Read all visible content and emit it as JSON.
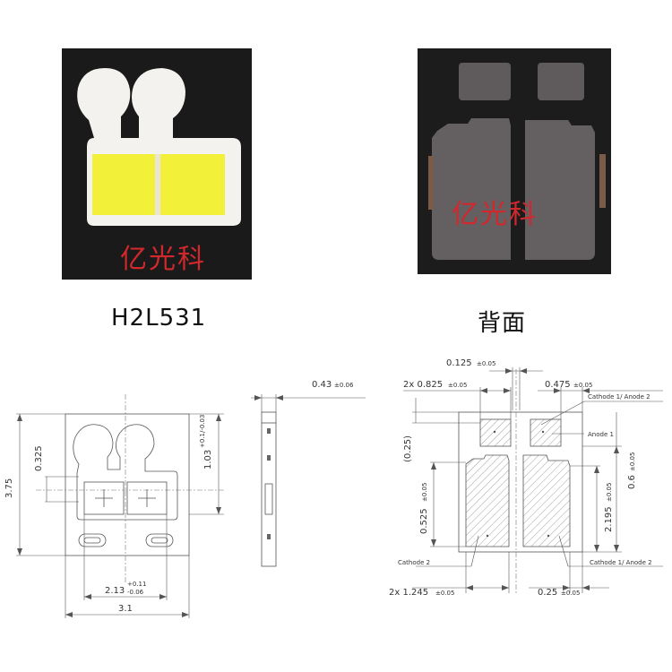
{
  "watermark": "亿光科",
  "front": {
    "caption": "H2L531"
  },
  "back": {
    "caption": "背面"
  },
  "front_drawing": {
    "height_label": "3.75",
    "pad_offset_label": "0.325",
    "right_dim_main": "1.03",
    "right_dim_tol": "+0.1/-0.03",
    "width_label": "3.1",
    "inner_width_main": "2.13",
    "inner_width_tol_top": "+0.11",
    "inner_width_tol_bot": "-0.06"
  },
  "side_drawing": {
    "thickness_main": "0.43",
    "thickness_tol": "±0.06"
  },
  "back_drawing": {
    "gap_top_main": "0.125",
    "gap_top_tol": "±0.05",
    "pad_width_prefix": "2x 0.825",
    "pad_width_tol": "±0.05",
    "right_top_main": "0.475",
    "right_top_tol": "±0.05",
    "label_cathode1_anode2_top": "Cathode 1/ Anode 2",
    "label_anode1": "Anode 1",
    "dim_left_top": "(0.25)",
    "dim_right_mid_main": "0.6",
    "dim_right_mid_tol": "±0.05",
    "dim_left_low_main": "0.525",
    "dim_left_low_tol": "±0.05",
    "dim_right_low_main": "2.195",
    "dim_right_low_tol": "±0.05",
    "label_cathode2": "Cathode 2",
    "label_cathode1_anode2_bottom": "Cathode 1/ Anode 2",
    "bottom_left_main": "2x 1.245",
    "bottom_left_tol": "±0.05",
    "bottom_right_main": "0.25",
    "bottom_right_tol": "±0.05"
  }
}
